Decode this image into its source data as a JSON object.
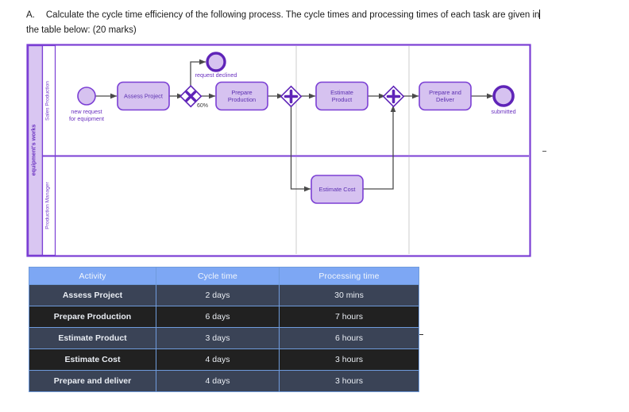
{
  "question": {
    "letter": "A.",
    "line1": "Calculate the cycle time efficiency of the following process. The cycle times and processing times of each task are given in",
    "line2": "the table below: (20 marks)"
  },
  "diagram": {
    "type": "bpmn",
    "pool_label": "equipment's works",
    "lanes": [
      {
        "label": "Sales Production"
      },
      {
        "label": "Production Manager"
      }
    ],
    "events": [
      {
        "id": "start",
        "kind": "start-event",
        "label": "new request\nfor equipment",
        "label_line1": "new request",
        "label_line2": "for equipment"
      },
      {
        "id": "end-declined",
        "kind": "end-event",
        "label": "request declined"
      },
      {
        "id": "end-submitted",
        "kind": "end-event",
        "label": "submitted"
      }
    ],
    "tasks": [
      {
        "id": "assess-project",
        "label": "Assess Project",
        "lane": "Sales Production"
      },
      {
        "id": "prepare-production",
        "label_line1": "Prepare",
        "label_line2": "Production",
        "label": "Prepare Production",
        "lane": "Sales Production"
      },
      {
        "id": "estimate-product",
        "label_line1": "Estimate",
        "label_line2": "Product",
        "label": "Estimate Product",
        "lane": "Sales Production"
      },
      {
        "id": "estimate-cost",
        "label": "Estimate Cost",
        "lane": "Production Manager"
      },
      {
        "id": "prepare-and-deliver",
        "label_line1": "Prepare and",
        "label_line2": "Deliver",
        "label": "Prepare and Deliver",
        "lane": "Sales Production"
      }
    ],
    "gateways": [
      {
        "id": "xor-split",
        "kind": "exclusive-gateway"
      },
      {
        "id": "parallel-split",
        "kind": "parallel-gateway"
      },
      {
        "id": "parallel-join",
        "kind": "parallel-gateway"
      }
    ],
    "flow_labels": [
      {
        "id": "percent-branch",
        "text": "60%"
      }
    ],
    "colors": {
      "shape_fill": "#d6c2f0",
      "shape_stroke": "#7b3fd4",
      "text": "#5b2fb0",
      "pool_band": "#d9c6f2",
      "pool_border": "#7b3fd4",
      "connector": "#4a4a4a"
    }
  },
  "table": {
    "columns": [
      "Activity",
      "Cycle time",
      "Processing time"
    ],
    "rows": [
      {
        "activity": "Assess Project",
        "cycle_time": "2 days",
        "processing_time": "30 mins"
      },
      {
        "activity": "Prepare Production",
        "cycle_time": "6 days",
        "processing_time": "7 hours"
      },
      {
        "activity": "Estimate Product",
        "cycle_time": "3 days",
        "processing_time": "6 hours"
      },
      {
        "activity": "Estimate Cost",
        "cycle_time": "4 days",
        "processing_time": "3 hours"
      },
      {
        "activity": "Prepare and deliver",
        "cycle_time": "4 days",
        "processing_time": "3  hours"
      }
    ],
    "colors": {
      "header_bg": "#7da7f4",
      "row_odd_bg": "#3a4356",
      "row_even_bg": "#212121",
      "border": "#6f9bdc",
      "text": "#e9edf3"
    }
  }
}
